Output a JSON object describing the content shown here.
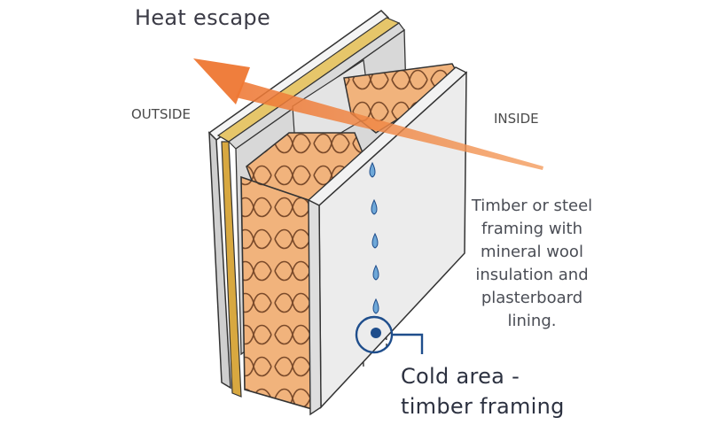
{
  "labels": {
    "heat_escape": "Heat escape",
    "outside": "OUTSIDE",
    "inside": "INSIDE",
    "description_lines": [
      "Timber or steel",
      "framing with",
      "mineral wool",
      "insulation and",
      "plasterboard",
      "lining."
    ],
    "cold_area_lines": [
      "Cold area -",
      "timber framing"
    ]
  },
  "colors": {
    "arrow": "#ee7733",
    "insulation": "#f0b27a",
    "insulation_line": "#7a4a2a",
    "drop": "#6fa8d8",
    "marker": "#1f4e8c",
    "board": "#e9e9e9",
    "outline": "#333333"
  },
  "icons": {
    "water_drop": "water-drop-icon",
    "cold_marker": "target-circle-icon"
  }
}
